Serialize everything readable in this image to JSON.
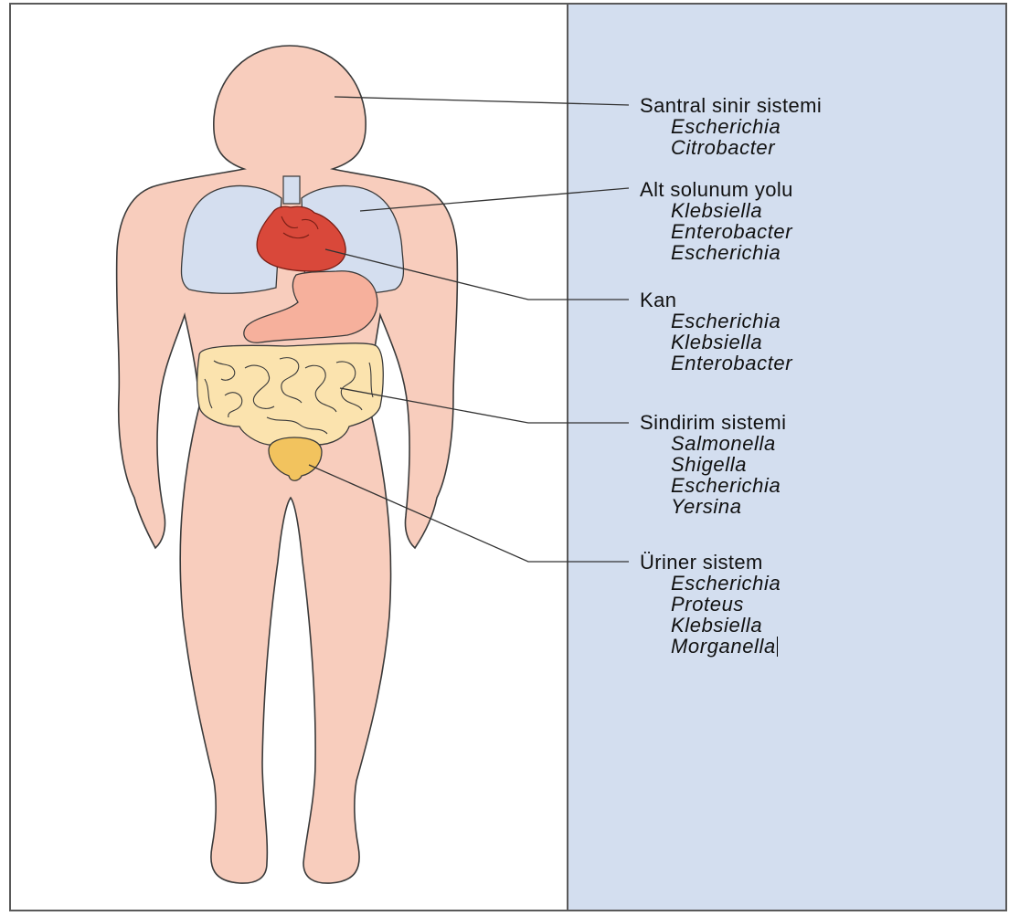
{
  "groups": [
    {
      "id": "cns",
      "title": "Santral sinir sistemi",
      "organisms": [
        "Escherichia",
        "Citrobacter"
      ]
    },
    {
      "id": "lung",
      "title": "Alt solunum yolu",
      "organisms": [
        "Klebsiella",
        "Enterobacter",
        "Escherichia"
      ]
    },
    {
      "id": "blood",
      "title": "Kan",
      "organisms": [
        "Escherichia",
        "Klebsiella",
        "Enterobacter"
      ]
    },
    {
      "id": "gi",
      "title": "Sindirim sistemi",
      "organisms": [
        "Salmonella",
        "Shigella",
        "Escherichia",
        "Yersina"
      ]
    },
    {
      "id": "uri",
      "title": "Üriner sistem",
      "organisms": [
        "Escherichia",
        "Proteus",
        "Klebsiella",
        "Morganella"
      ]
    }
  ],
  "colors": {
    "panel": "#d3deef",
    "skin": "#f8cdbd",
    "outline": "#3a3a3a",
    "lungs": "#d4deef",
    "heart": "#d9483a",
    "stomach": "#f6b09c",
    "intestine": "#fbe3ae",
    "bladder": "#f2c35e",
    "leader": "#333333"
  }
}
